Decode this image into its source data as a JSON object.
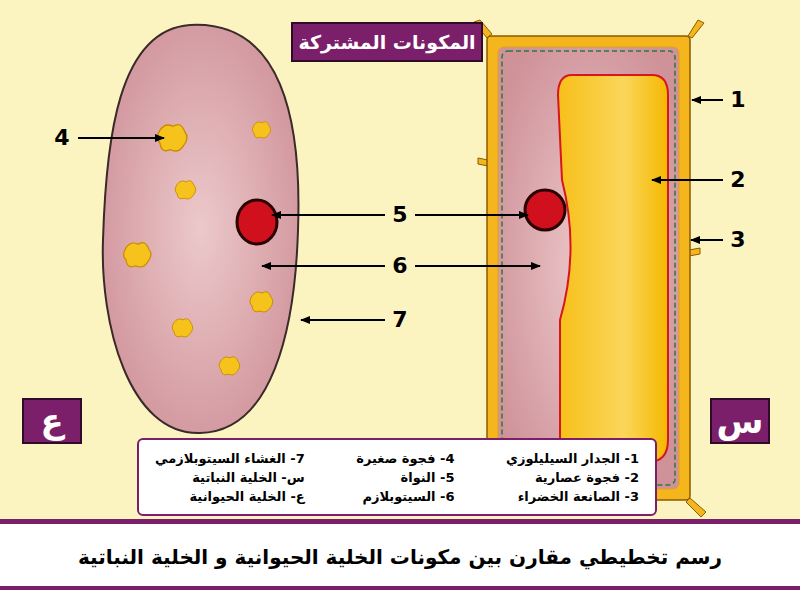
{
  "diagram": {
    "title": "المكونات المشتركة",
    "caption": "رسم تخطيطي مقارن بين مكونات الخلية الحيوانية و الخلية النباتية",
    "nodes": [
      {
        "text": [
          "س"
        ]
      },
      {
        "text": [
          "1- الجدار السيليلوزي",
          "4- فجوة صغيرة",
          "7- الغشاء السيتوبلازمي",
          "2- فجوة عصارية",
          "5- النواة",
          "س- الخلية النباتية",
          "3- الصانعة الخضراء",
          "6- السيتوبلازم",
          "ع- الخلية الحيوانية"
        ]
      },
      {
        "text": [
          "ع"
        ]
      }
    ],
    "labels": [
      "4",
      "5",
      "6",
      "7",
      "1",
      "2",
      "3"
    ]
  }
}
